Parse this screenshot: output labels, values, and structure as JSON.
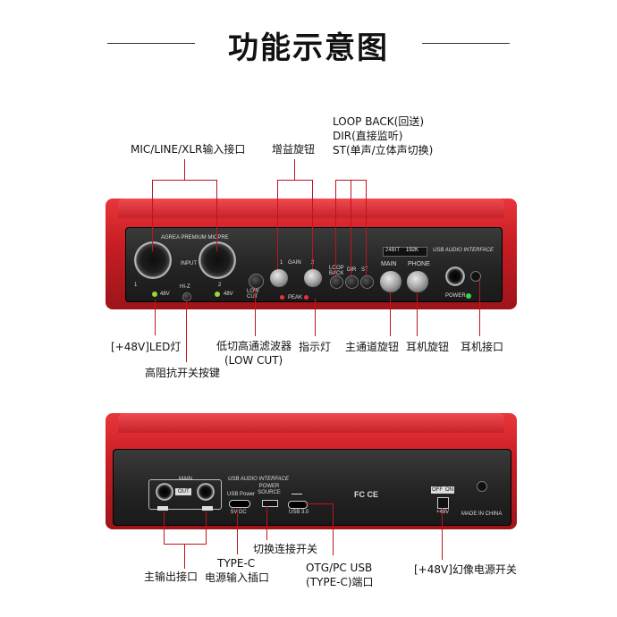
{
  "title": "功能示意图",
  "front_labels": {
    "mic_input": "MIC/LINE/XLR输入接口",
    "gain": "增益旋钮",
    "loop_line1": "LOOP BACK(回送)",
    "loop_line2": "DIR(直接监听)",
    "loop_line3": "ST(单声/立体声切换)",
    "led_48v": "[+48V]LED灯",
    "hiz": "高阻抗开关按键",
    "lowcut_line1": "低切高通滤波器",
    "lowcut_line2": "(LOW CUT)",
    "indicator": "指示灯",
    "main_knob": "主通道旋钮",
    "phone_knob": "耳机旋钮",
    "phone_jack": "耳机接口"
  },
  "rear_labels": {
    "main_out": "主输出接口",
    "typec_line1": "TYPE-C",
    "typec_line2": "电源输入插口",
    "switch": "切换连接开关",
    "otg_line1": "OTG/PC USB",
    "otg_line2": "(TYPE-C)端口",
    "phantom": "[+48V]幻像电源开关"
  },
  "front_panel": {
    "brand": "AGREA PREMIUM MICPRE",
    "input": "INPUT",
    "ch1": "1",
    "ch2": "2",
    "v48a": "48V",
    "v48b": "48V",
    "hiz": "HI-Z",
    "lowcut": "LOW CUT",
    "gain": "GAIN",
    "gain1": "1",
    "gain2": "2",
    "peak": "PEAK",
    "loopback": "LOOP BACK",
    "dir": "DIR",
    "st": "ST",
    "bitrate": "24BIT",
    "samplerate": "192K",
    "usb_title": "USB AUDIO INTERFACE",
    "main": "MAIN",
    "phone": "PHONE",
    "power": "POWER"
  },
  "rear_panel": {
    "usb_title": "USB AUDIO INTERFACE",
    "main": "MAIN",
    "out": "OUT",
    "usb_power": "USB Power",
    "power_source": "POWER SOURCE",
    "dc": "5V DC",
    "usb3": "USB 3.0",
    "cert": "FC CE",
    "off": "OFF",
    "on": "ON",
    "v48": "+48V",
    "made": "MADE IN CHINA"
  },
  "colors": {
    "accent": "#c0141b",
    "panel": "#2b2b2b",
    "casing": "#d2232a"
  }
}
